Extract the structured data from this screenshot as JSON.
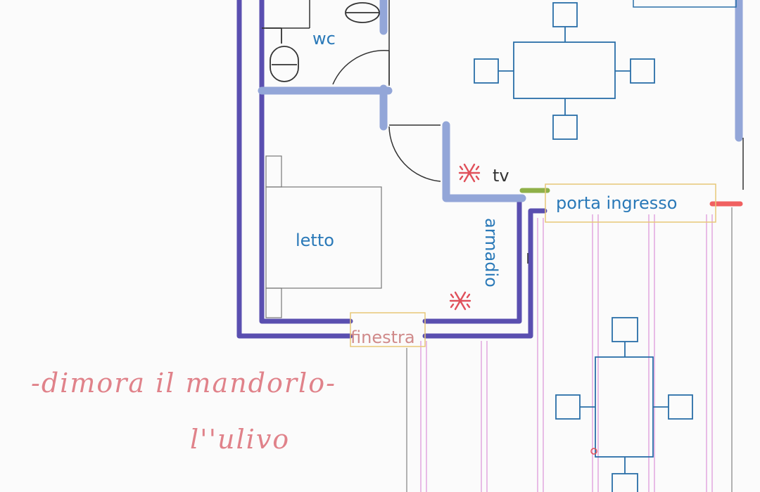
{
  "labels": {
    "wc": "wc",
    "letto": "letto",
    "armadio": "armadio",
    "tv": "tv",
    "porta_ingresso": "porta ingresso",
    "finestra": "finestra"
  },
  "title": {
    "line1": "-dimora il mandorlo-",
    "line2": "l''ulivo"
  },
  "icons": {
    "air_conditioner": "snowflake-icon"
  },
  "colors": {
    "outer_wall": "#5a4fb0",
    "inner_wall": "#93a6d8",
    "furniture": "#2a6fa8",
    "label_text": "#2a79b8",
    "title_text": "#e0828a",
    "ac_icon": "#e0505a",
    "pergola_lines": "#e2a8df",
    "label_box": "#e8c878",
    "door_red": "#f06060",
    "door_green": "#8fb048",
    "thin_line": "#333333"
  }
}
